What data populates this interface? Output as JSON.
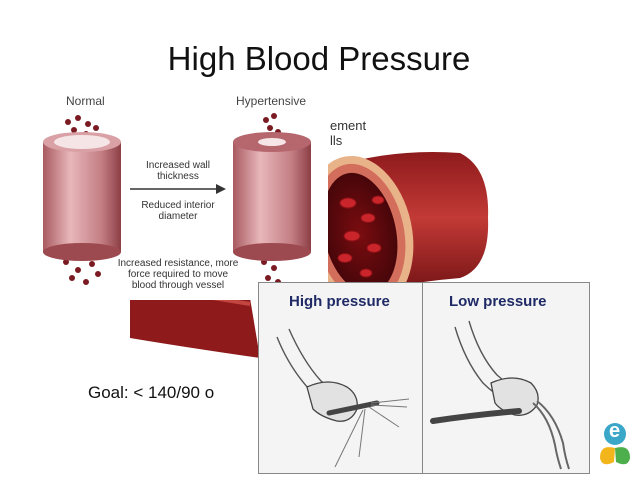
{
  "slide": {
    "title": "High Blood Pressure",
    "goal_text": "Goal:  <  140/90 o"
  },
  "left_figure": {
    "label_normal": "Normal",
    "label_hypertensive": "Hypertensive",
    "arrow_text_1": "Increased wall thickness",
    "arrow_text_2": "Reduced interior diameter",
    "resistance_text": "Increased resistance, more force required to move blood through vessel",
    "partial_label_1": "ement",
    "partial_label_2": "lls"
  },
  "hose_figure": {
    "left_heading": "High pressure",
    "right_heading": "Low pressure"
  },
  "logo": {
    "letter": "e"
  }
}
